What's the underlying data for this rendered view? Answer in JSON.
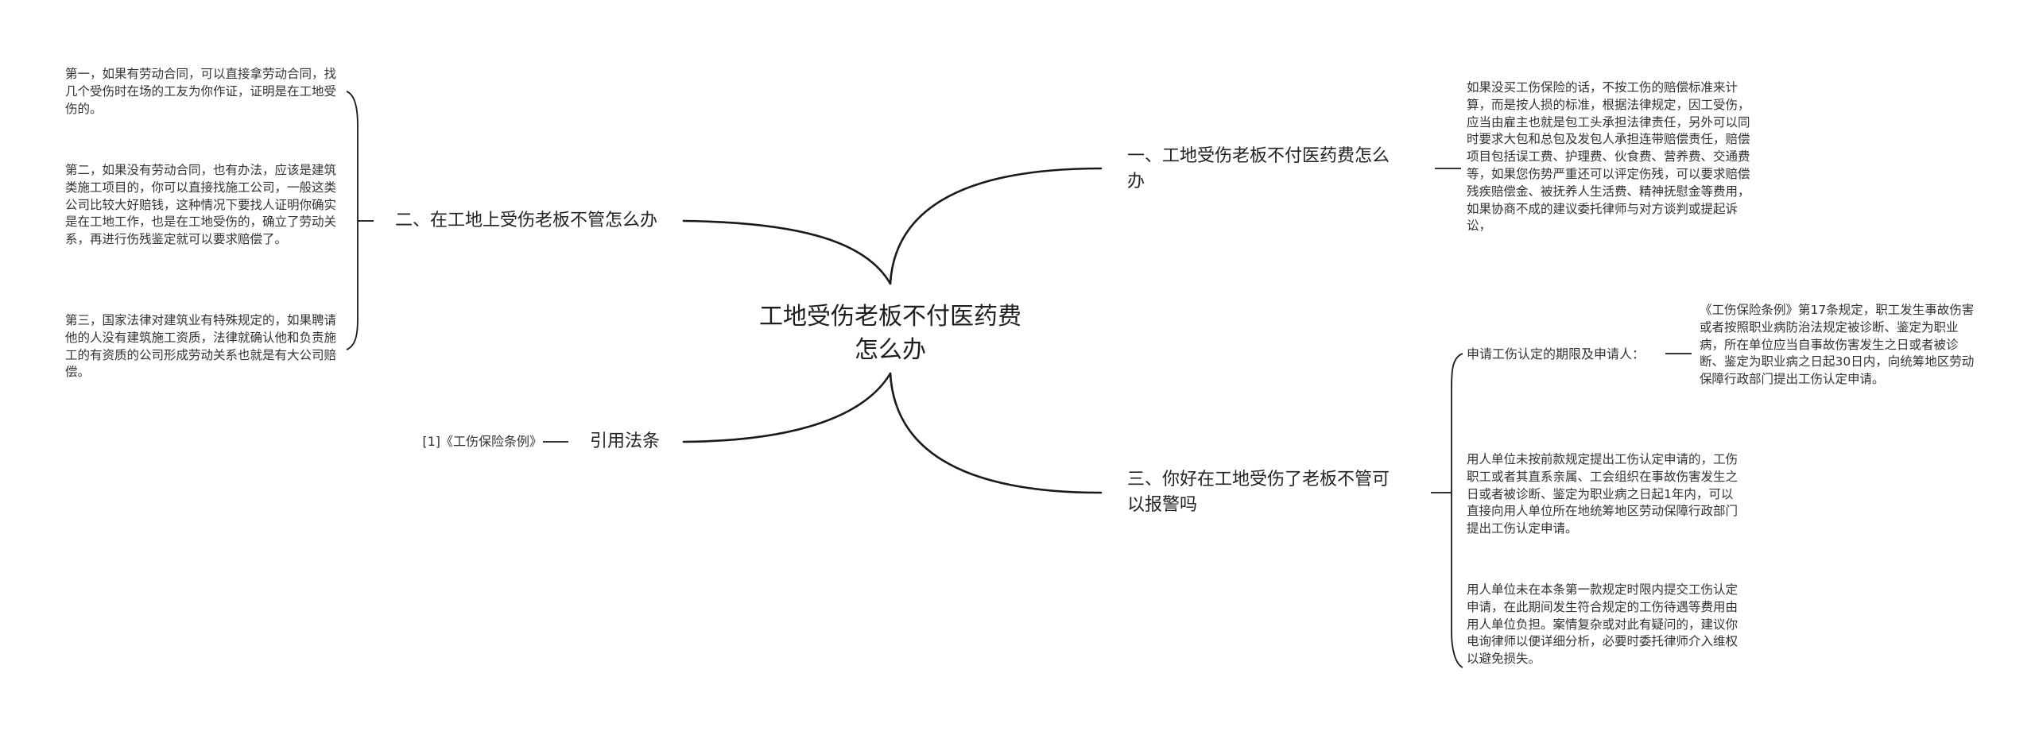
{
  "root": {
    "line1": "工地受伤老板不付医药费",
    "line2": "怎么办"
  },
  "left_branches": {
    "b2": {
      "title": "二、在工地上受伤老板不管怎么办",
      "notes": [
        "第一，如果有劳动合同，可以直接拿劳动合同，找几个受伤时在场的工友为你作证，证明是在工地受伤的。",
        "第二，如果没有劳动合同，也有办法，应该是建筑类施工项目的，你可以直接找施工公司，一般这类公司比较大好赔钱，这种情况下要找人证明你确实是在工地工作，也是在工地受伤的，确立了劳动关系，再进行伤残鉴定就可以要求赔偿了。",
        "第三，国家法律对建筑业有特殊规定的，如果聘请他的人没有建筑施工资质，法律就确认他和负责施工的有资质的公司形成劳动关系也就是有大公司赔偿。"
      ]
    },
    "law": {
      "title": "引用法条",
      "ref": "[1]《工伤保险条例》"
    }
  },
  "right_branches": {
    "b1": {
      "title": "一、工地受伤老板不付医药费怎么办",
      "note": "如果没买工伤保险的话，不按工伤的赔偿标准来计算，而是按人损的标准，根据法律规定，因工受伤，应当由雇主也就是包工头承担法律责任，另外可以同时要求大包和总包及发包人承担连带赔偿责任，赔偿项目包括误工费、护理费、伙食费、营养费、交通费等，如果您伤势严重还可以评定伤残，可以要求赔偿残疾赔偿金、被抚养人生活费、精神抚慰金等费用，如果协商不成的建议委托律师与对方谈判或提起诉讼，"
    },
    "b3": {
      "title": "三、你好在工地受伤了老板不管可以报警吗",
      "sub_title": "申请工伤认定的期限及申请人：",
      "sub_note": "《工伤保险条例》第17条规定，职工发生事故伤害或者按照职业病防治法规定被诊断、鉴定为职业病，所在单位应当自事故伤害发生之日或者被诊断、鉴定为职业病之日起30日内，向统筹地区劳动保障行政部门提出工伤认定申请。",
      "notes": [
        "用人单位未按前款规定提出工伤认定申请的，工伤职工或者其直系亲属、工会组织在事故伤害发生之日或者被诊断、鉴定为职业病之日起1年内，可以直接向用人单位所在地统筹地区劳动保障行政部门提出工伤认定申请。",
        "用人单位未在本条第一款规定时限内提交工伤认定申请，在此期间发生符合规定的工伤待遇等费用由用人单位负担。案情复杂或对此有疑问的，建议你电询律师以便详细分析，必要时委托律师介入维权以避免损失。"
      ]
    }
  },
  "colors": {
    "line": "#1a1a1a",
    "text": "#222222"
  }
}
